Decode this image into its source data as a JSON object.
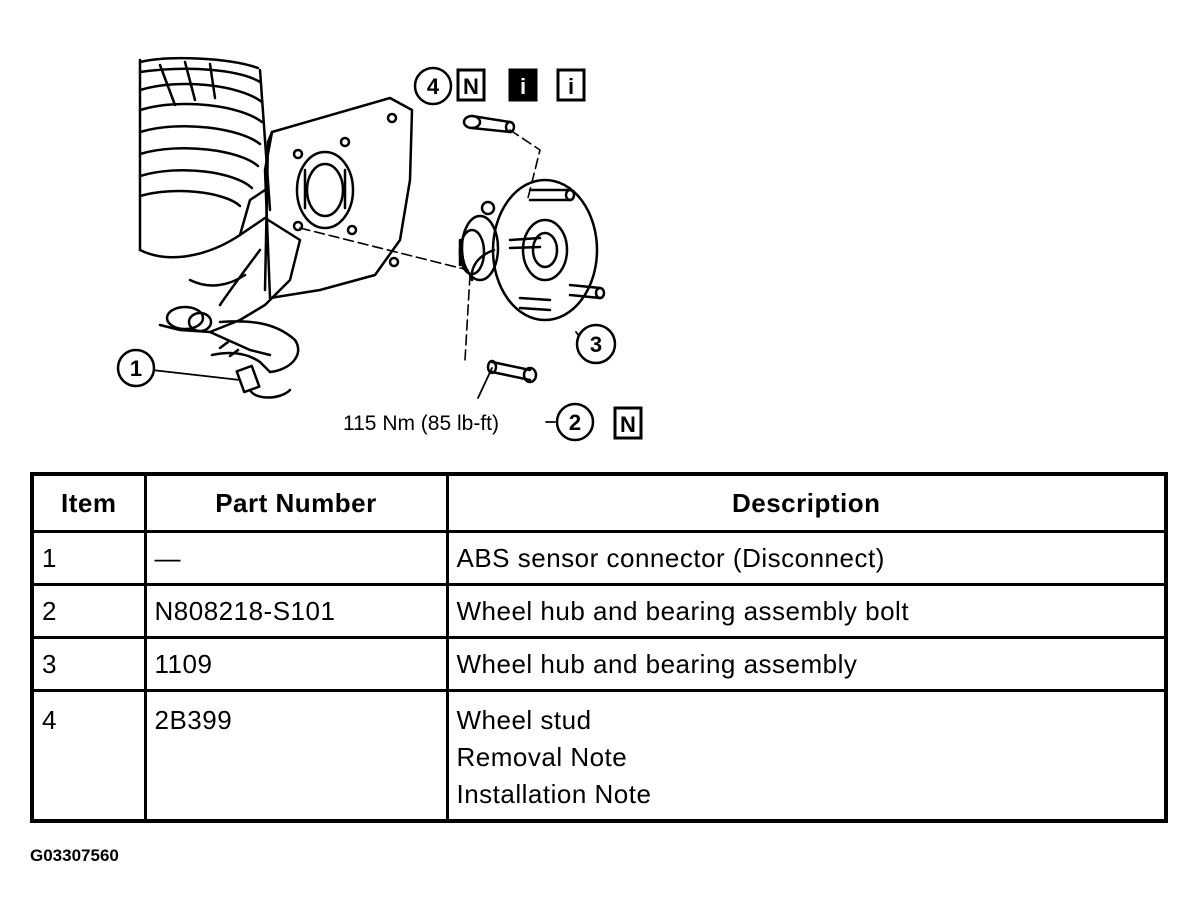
{
  "figure": {
    "callouts": [
      {
        "id": "callout-1",
        "number": "1"
      },
      {
        "id": "callout-2",
        "number": "2"
      },
      {
        "id": "callout-3",
        "number": "3"
      },
      {
        "id": "callout-4",
        "number": "4"
      }
    ],
    "torque_label": "115 Nm (85 lb-ft)",
    "note_box_n": "N",
    "info_box_i": "i"
  },
  "table": {
    "headers": [
      "Item",
      "Part Number",
      "Description"
    ],
    "rows": [
      {
        "item": "1",
        "part": "—",
        "desc": [
          "ABS sensor connector (Disconnect)"
        ]
      },
      {
        "item": "2",
        "part": "N808218-S101",
        "desc": [
          "Wheel hub and bearing assembly bolt"
        ]
      },
      {
        "item": "3",
        "part": "1109",
        "desc": [
          "Wheel hub and bearing assembly"
        ]
      },
      {
        "item": "4",
        "part": "2B399",
        "desc": [
          "Wheel stud",
          "Removal Note",
          "Installation Note"
        ]
      }
    ]
  },
  "figure_id": "G03307560"
}
